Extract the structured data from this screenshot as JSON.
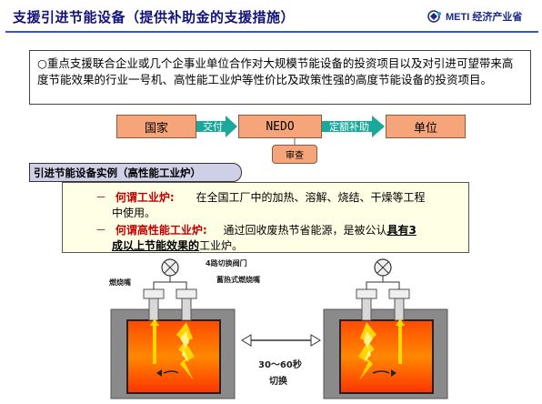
{
  "header": {
    "title": "支援引进节能设备（提供补助金的支援措施）",
    "logo_text": "METI 经济产业省"
  },
  "intro": {
    "text": "○重点支援联合企业或几个企事业单位合作对大规模节能设备的投资项目以及对引进可望带来高度节能效果的行业一号机、高性能工业炉等性价比及政策性强的高度节能设备的投资项目。"
  },
  "flow": {
    "country": "国家",
    "delivery": "交付",
    "nedo": "NEDO",
    "subsidy": "定额补助",
    "unit": "单位",
    "review": "审查"
  },
  "example": {
    "tab_label": "引进节能设备实例（高性能工业炉）",
    "item1_dash": "－",
    "item1_term": "何谓工业炉:",
    "item1_text_a": "在全国工厂中的加热、溶解、烧结、干燥等工程",
    "item1_text_b": "中使用。",
    "item2_dash": "－",
    "item2_term": "何谓高性能工业炉:",
    "item2_text_a": "通过回收废热节省能源，是被公认",
    "item2_bold_a": "具有3",
    "item2_bold_b": "成以上节能效果的",
    "item2_text_b": "工业炉。"
  },
  "diagram": {
    "burner_label": "燃烧嘴",
    "valve_label": "4路切换阀门",
    "regen_label": "蓄热式燃烧嘴",
    "time_text": "30～60秒",
    "switch_text": "切换"
  },
  "colors": {
    "title": "#12127a",
    "accent_green": "#1aa89a",
    "box_orange": "#f6a57a",
    "furnace_red": "#e02000",
    "flame_yellow": "#ffd700"
  }
}
